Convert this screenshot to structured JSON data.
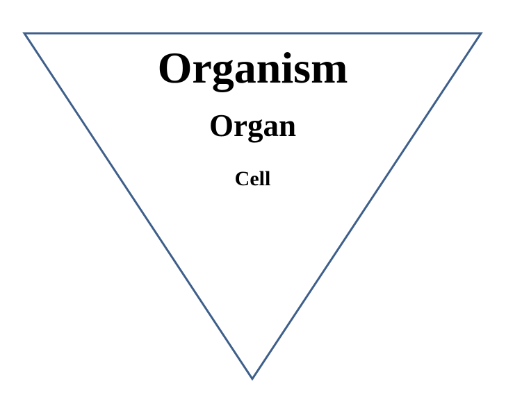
{
  "diagram": {
    "type": "inverted-triangle-hierarchy",
    "levels": [
      "Organism",
      "Organ",
      "Cell"
    ],
    "outline_color": "#3e5f8a"
  }
}
